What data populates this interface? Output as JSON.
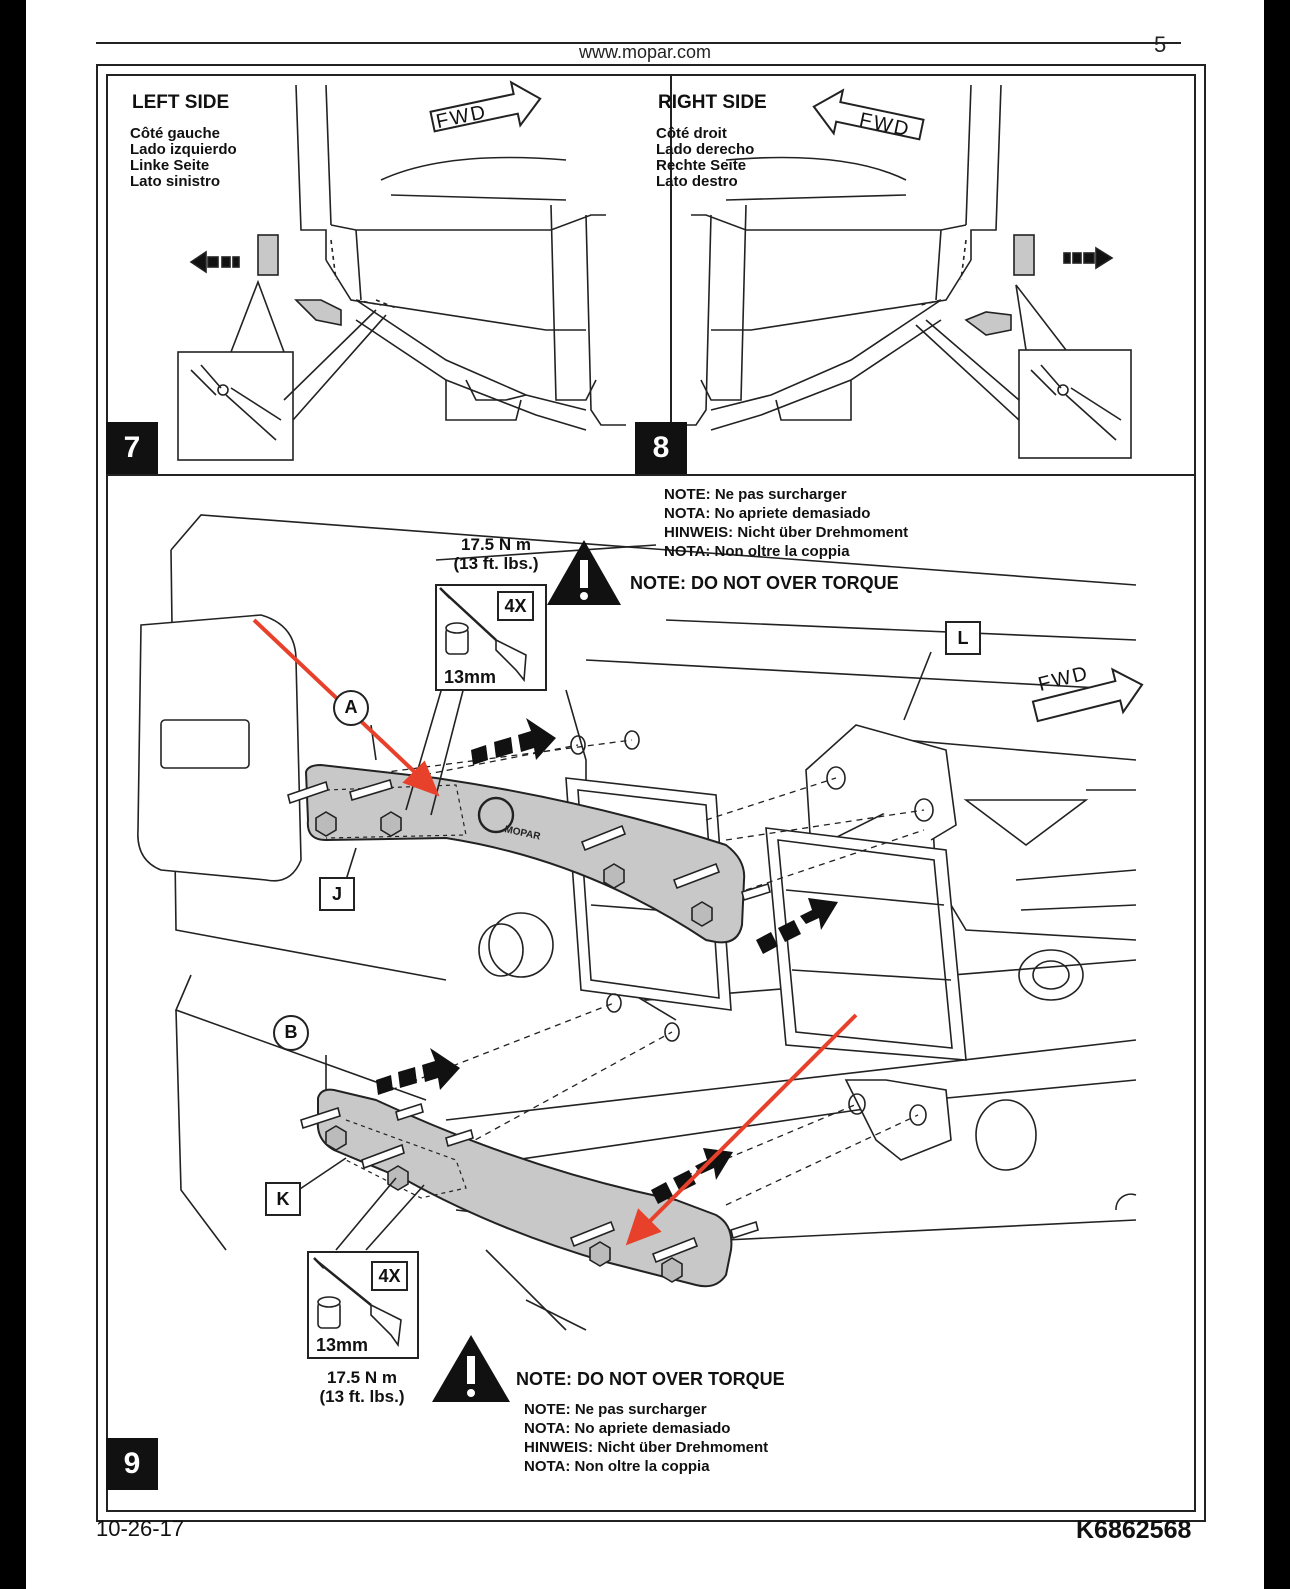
{
  "header": {
    "url": "www.mopar.com",
    "page_number": "5"
  },
  "left_panel": {
    "title": "LEFT SIDE",
    "translations": [
      "Côté gauche",
      "Lado izquierdo",
      "Linke Seite",
      "Lato sinistro"
    ],
    "fwd_label": "FWD",
    "step": "7"
  },
  "right_panel": {
    "title": "RIGHT SIDE",
    "translations": [
      "Côté droit",
      "Lado derecho",
      "Rechte Seite",
      "Lato destro"
    ],
    "fwd_label": "FWD",
    "step": "8"
  },
  "bottom_panel": {
    "step": "9",
    "fwd_label": "FWD",
    "upper": {
      "torque_nm": "17.5 N m",
      "torque_ft": "(13 ft. lbs.)",
      "quantity": "4X",
      "socket": "13mm",
      "warning": "NOTE: DO NOT OVER TORQUE",
      "notes": [
        "NOTE: Ne pas surcharger",
        "NOTA: No apriete demasiado",
        "HINWEIS: Nicht über Drehmoment",
        "NOTA: Non oltre la coppia"
      ]
    },
    "lower": {
      "torque_nm": "17.5 N m",
      "torque_ft": "(13 ft. lbs.)",
      "quantity": "4X",
      "socket": "13mm",
      "warning": "NOTE: DO NOT OVER TORQUE",
      "notes": [
        "NOTE: Ne pas surcharger",
        "NOTA: No apriete demasiado",
        "HINWEIS: Nicht über Drehmoment",
        "NOTA: Non oltre la coppia"
      ]
    },
    "callouts": {
      "a": "A",
      "b": "B",
      "j": "J",
      "k": "K",
      "l": "L"
    },
    "logo_text": "MOPAR"
  },
  "footer": {
    "date": "10-26-17",
    "part_number": "K6862568"
  },
  "colors": {
    "arrow_annotation": "#e8412b",
    "bracket": "#c8c8c8",
    "ink": "#111111"
  }
}
